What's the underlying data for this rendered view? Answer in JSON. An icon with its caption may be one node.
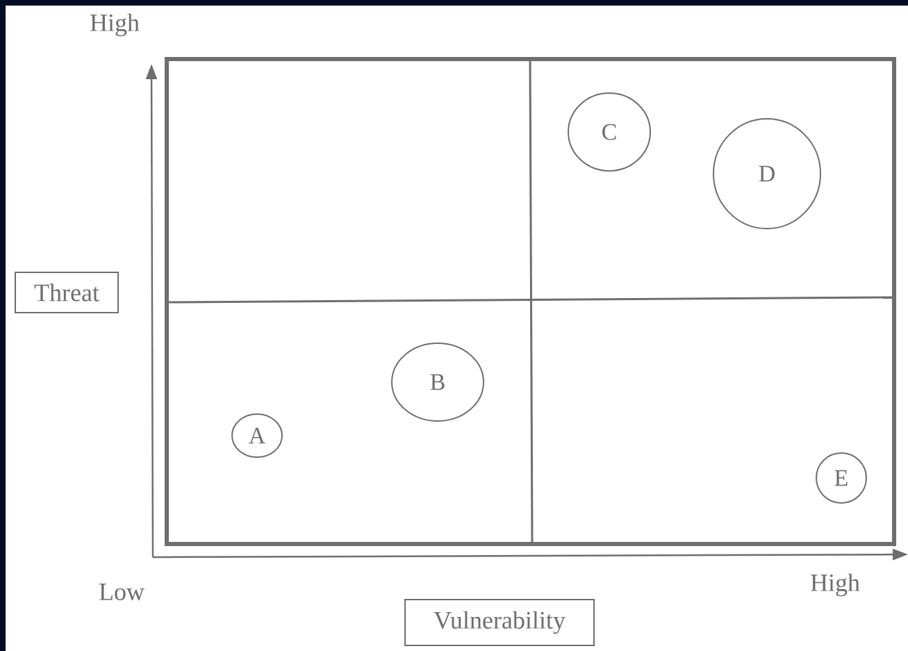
{
  "diagram": {
    "nodes": [
      {
        "text": [
          "Threat"
        ]
      },
      {
        "text": [
          "Vulnerability"
        ]
      },
      {
        "text": [
          "A"
        ]
      },
      {
        "text": [
          "B"
        ]
      },
      {
        "text": [
          "C"
        ]
      },
      {
        "text": [
          "D"
        ]
      },
      {
        "text": [
          "E"
        ]
      }
    ],
    "labels": [
      "High",
      "Low",
      "High"
    ]
  }
}
